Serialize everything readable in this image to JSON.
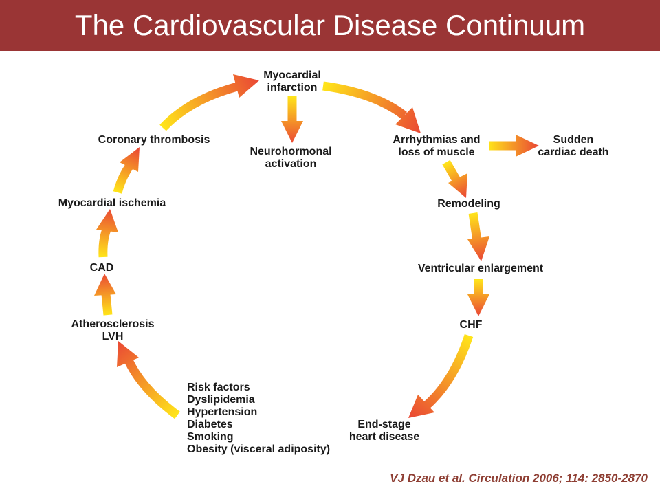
{
  "header": {
    "title": "The Cardiovascular Disease Continuum"
  },
  "colors": {
    "title_bar": "#9a3535",
    "arrow_start": "#ffe51a",
    "arrow_end": "#ea4a34",
    "citation": "#8e3e33"
  },
  "nodes": {
    "myocardial_infarction": [
      "Myocardial",
      "infarction"
    ],
    "neurohormonal_activation": [
      "Neurohormonal",
      "activation"
    ],
    "arrhythmias": [
      "Arrhythmias and",
      "loss of muscle"
    ],
    "sudden_cardiac_death": [
      "Sudden",
      "cardiac death"
    ],
    "remodeling": [
      "Remodeling"
    ],
    "ventricular_enlargement": [
      "Ventricular enlargement"
    ],
    "chf": [
      "CHF"
    ],
    "end_stage": [
      "End-stage",
      "heart disease"
    ],
    "risk_factors": [
      "Risk factors",
      "Dyslipidemia",
      "Hypertension",
      "Diabetes",
      "Smoking",
      "Obesity (visceral adiposity)"
    ],
    "atherosclerosis": [
      "Atherosclerosis",
      "LVH"
    ],
    "cad": [
      "CAD"
    ],
    "myocardial_ischemia": [
      "Myocardial ischemia"
    ],
    "coronary_thrombosis": [
      "Coronary thrombosis"
    ]
  },
  "citation": "VJ Dzau et al. Circulation 2006; 114: 2850-2870"
}
